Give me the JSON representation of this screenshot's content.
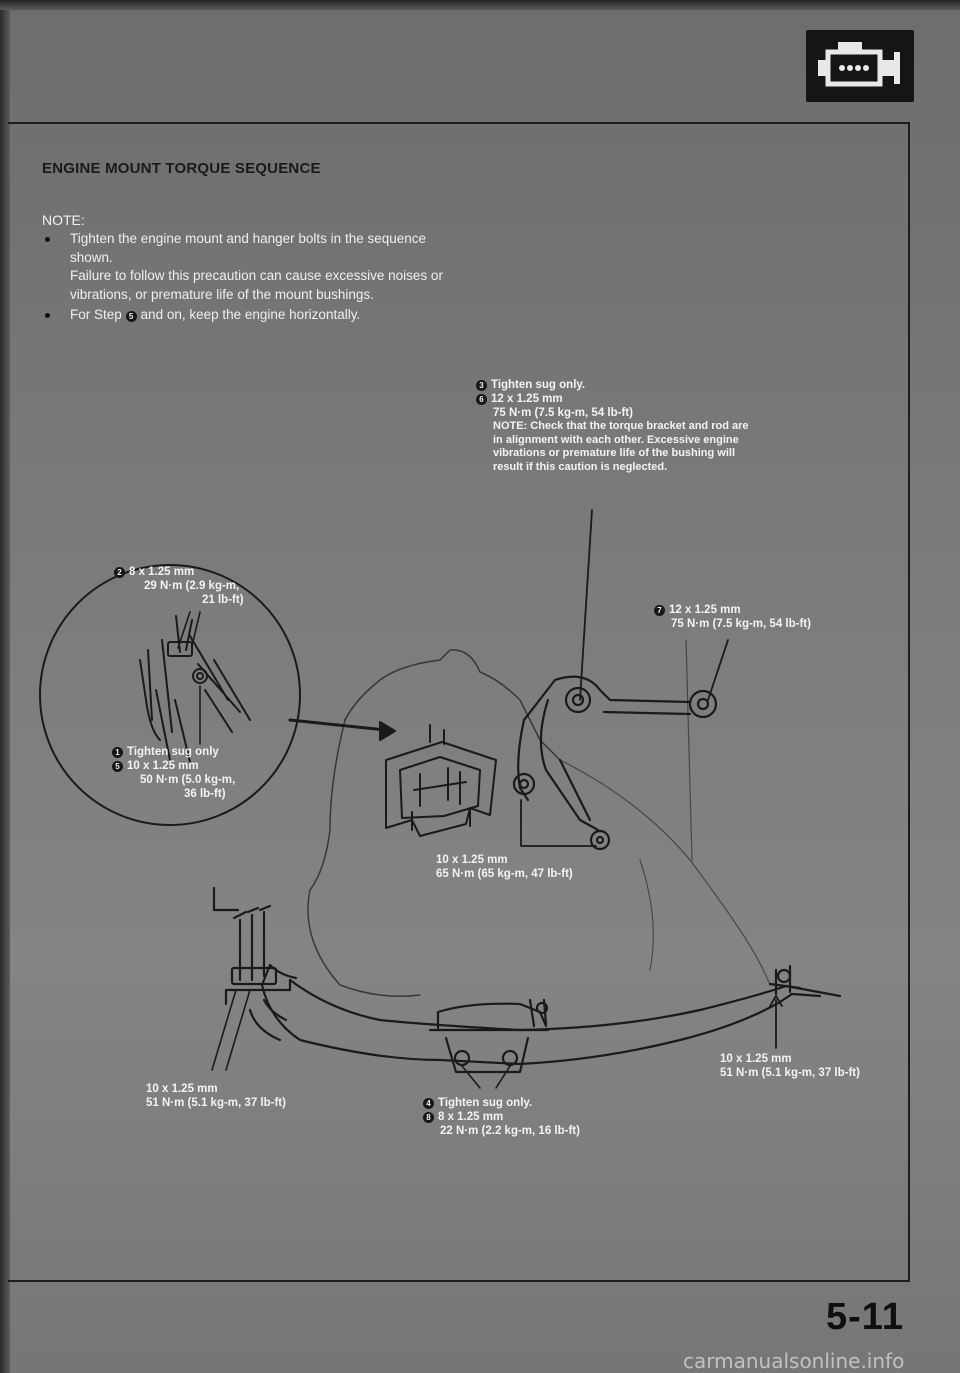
{
  "section_icon": "engine-icon",
  "heading": "ENGINE MOUNT TORQUE SEQUENCE",
  "note": {
    "label": "NOTE:",
    "item1_line1": "Tighten the engine mount and hanger bolts in the sequence shown.",
    "item1_line2": "Failure to follow this precaution can cause excessive noises or vibrations, or premature life of the mount bushings.",
    "item2_pre": "For Step",
    "item2_step": "5",
    "item2_post": "and on, keep the engine horizontally."
  },
  "callouts": {
    "torque_rod": {
      "step_a": "3",
      "line_a": "Tighten sug only.",
      "step_b": "6",
      "line_b": "12 x 1.25 mm",
      "line_c": "75 N·m (7.5 kg-m, 54 lb-ft)",
      "line_d": "NOTE: Check that the torque bracket and rod are in alignment with each other. Excessive engine vibrations or premature life of the bushing will result if this caution is neglected."
    },
    "inset": {
      "step_a": "2",
      "line_a": "8 x 1.25 mm",
      "line_b": "29 N·m (2.9 kg-m,",
      "line_c": "21 lb-ft)",
      "step_b": "1",
      "line_d": "Tighten sug only",
      "step_c": "5",
      "line_e": "10 x 1.25 mm",
      "line_f": "50 N·m (5.0 kg-m,",
      "line_g": "36 lb-ft)"
    },
    "right_bracket": {
      "step": "7",
      "line_a": "12 x 1.25 mm",
      "line_b": "75 N·m (7.5 kg-m, 54 lb-ft)"
    },
    "bracket_lower": {
      "line_a": "10 x 1.25 mm",
      "line_b": "65 N·m (65 kg-m, 47 lb-ft)"
    },
    "left_mount": {
      "line_a": "10 x 1.25 mm",
      "line_b": "51 N·m (5.1 kg-m, 37 lb-ft)"
    },
    "center_mount": {
      "step_a": "4",
      "line_a": "Tighten sug only.",
      "step_b": "8",
      "line_b": "8 x 1.25 mm",
      "line_c": "22 N·m (2.2 kg-m, 16 lb-ft)"
    },
    "right_mount": {
      "line_a": "10 x 1.25 mm",
      "line_b": "51 N·m (5.1 kg-m, 37 lb-ft)"
    }
  },
  "page_number": "5-11",
  "watermark": "carmanualsonline.info",
  "colors": {
    "page": "#7a7977",
    "ink": "#111111",
    "text_light": "#f2f2f0"
  }
}
